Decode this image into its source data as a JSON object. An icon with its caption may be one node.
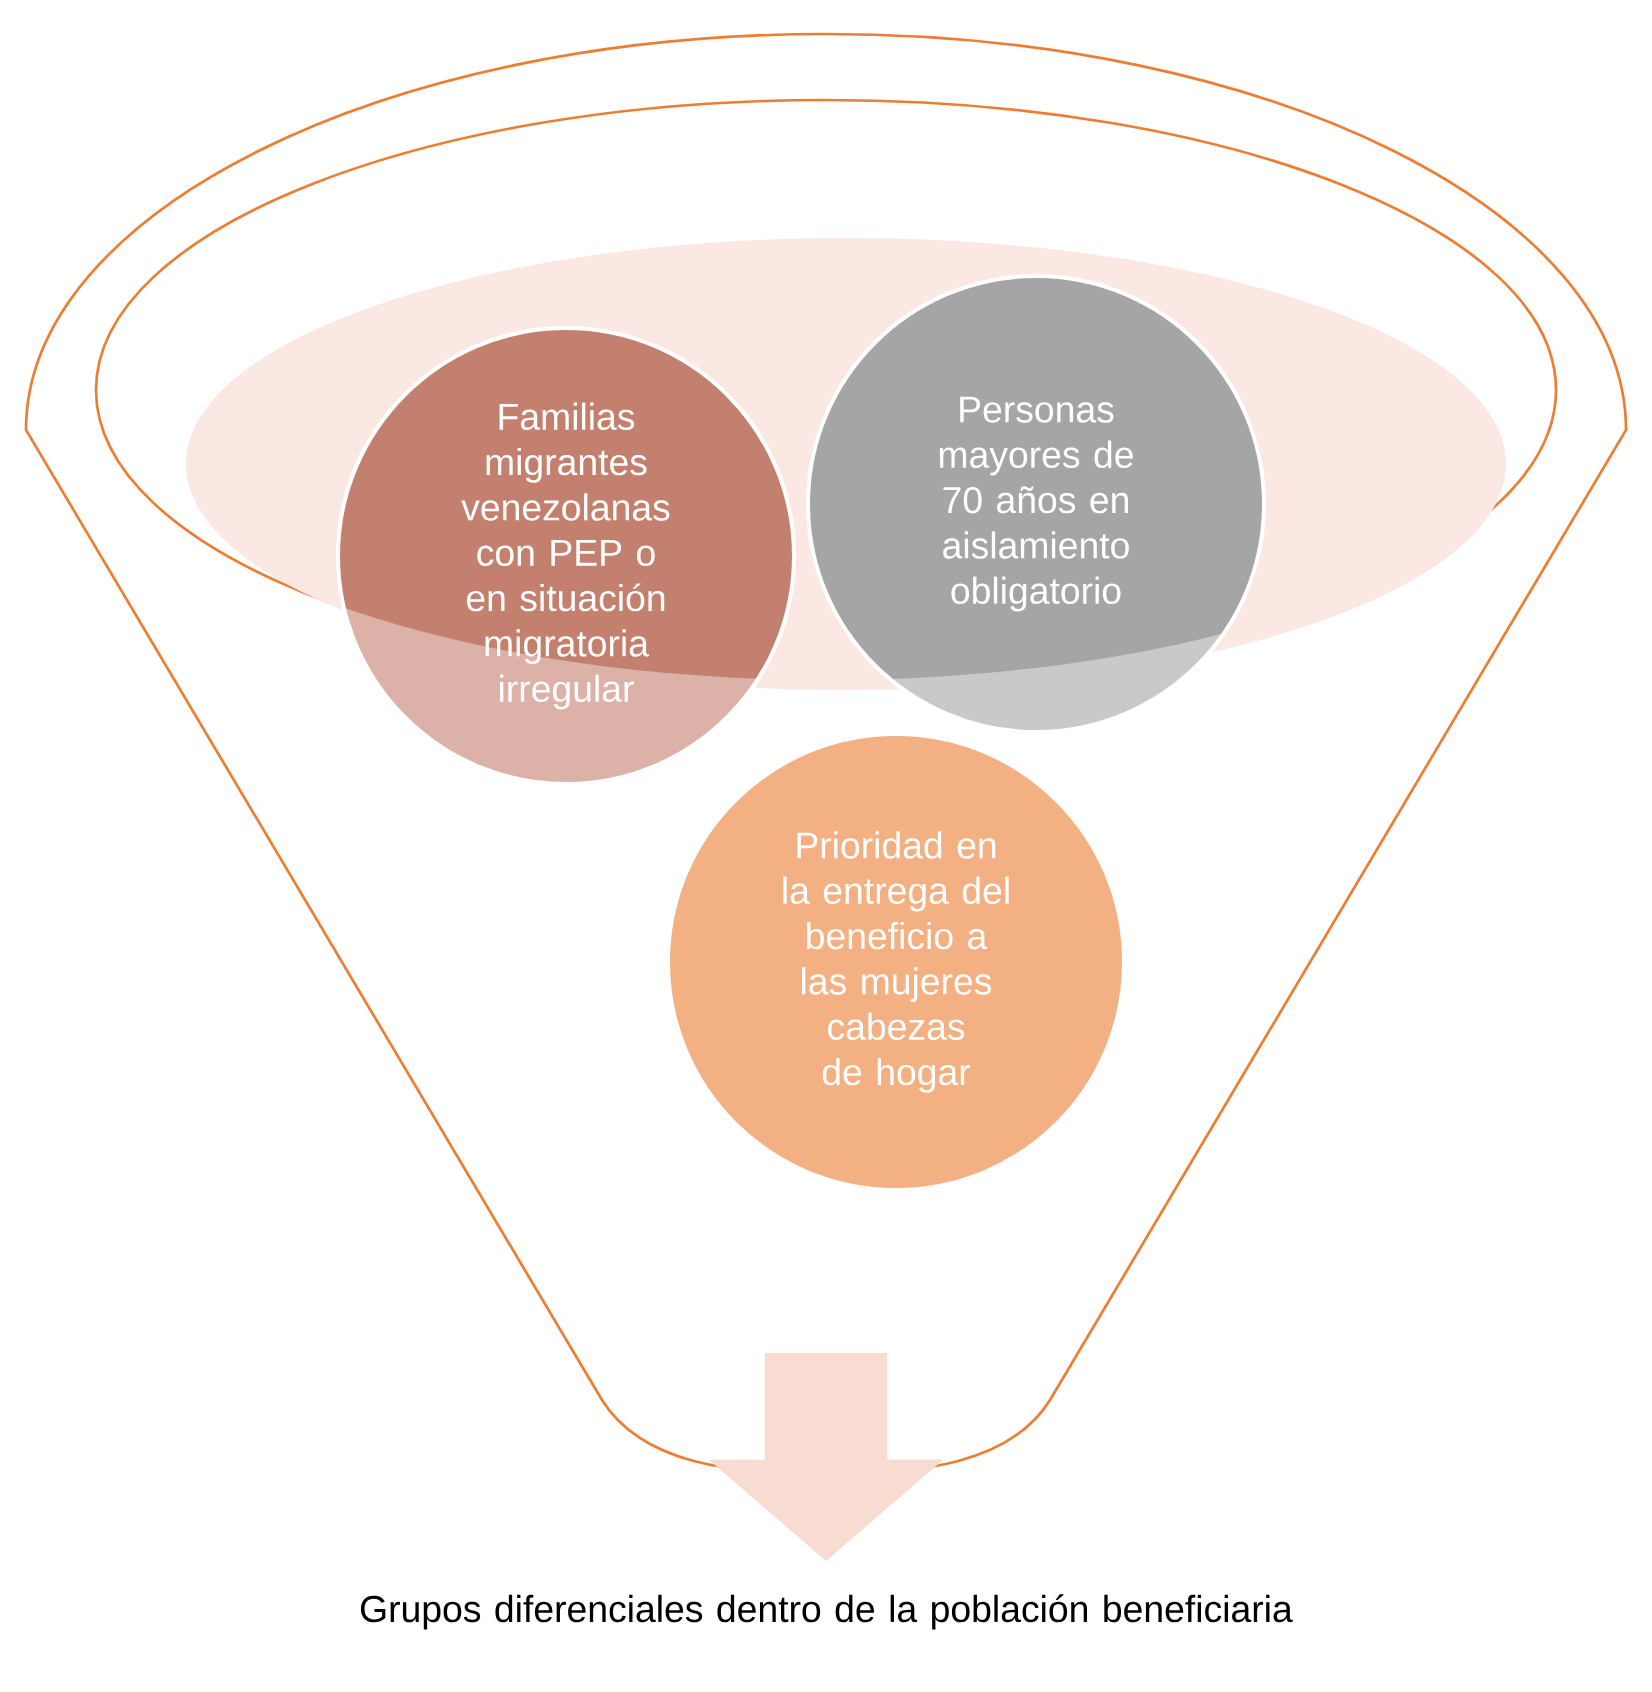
{
  "diagram": {
    "nodes": [
      {
        "text": [
          "Familias migrantes venezolanas con PEP o en situación migratoria irregular"
        ]
      },
      {
        "text": [
          "Personas mayores de 70 años en aislamiento obligatorio"
        ]
      },
      {
        "text": [
          "Prioridad en la entrega del beneficio a las mujeres cabezas de hogar"
        ]
      },
      {
        "text": [
          "Grupos diferenciales dentro de la población beneficiaria"
        ]
      }
    ],
    "edges": [
      {
        "from": null,
        "to": 3,
        "arrow": "to"
      }
    ]
  }
}
